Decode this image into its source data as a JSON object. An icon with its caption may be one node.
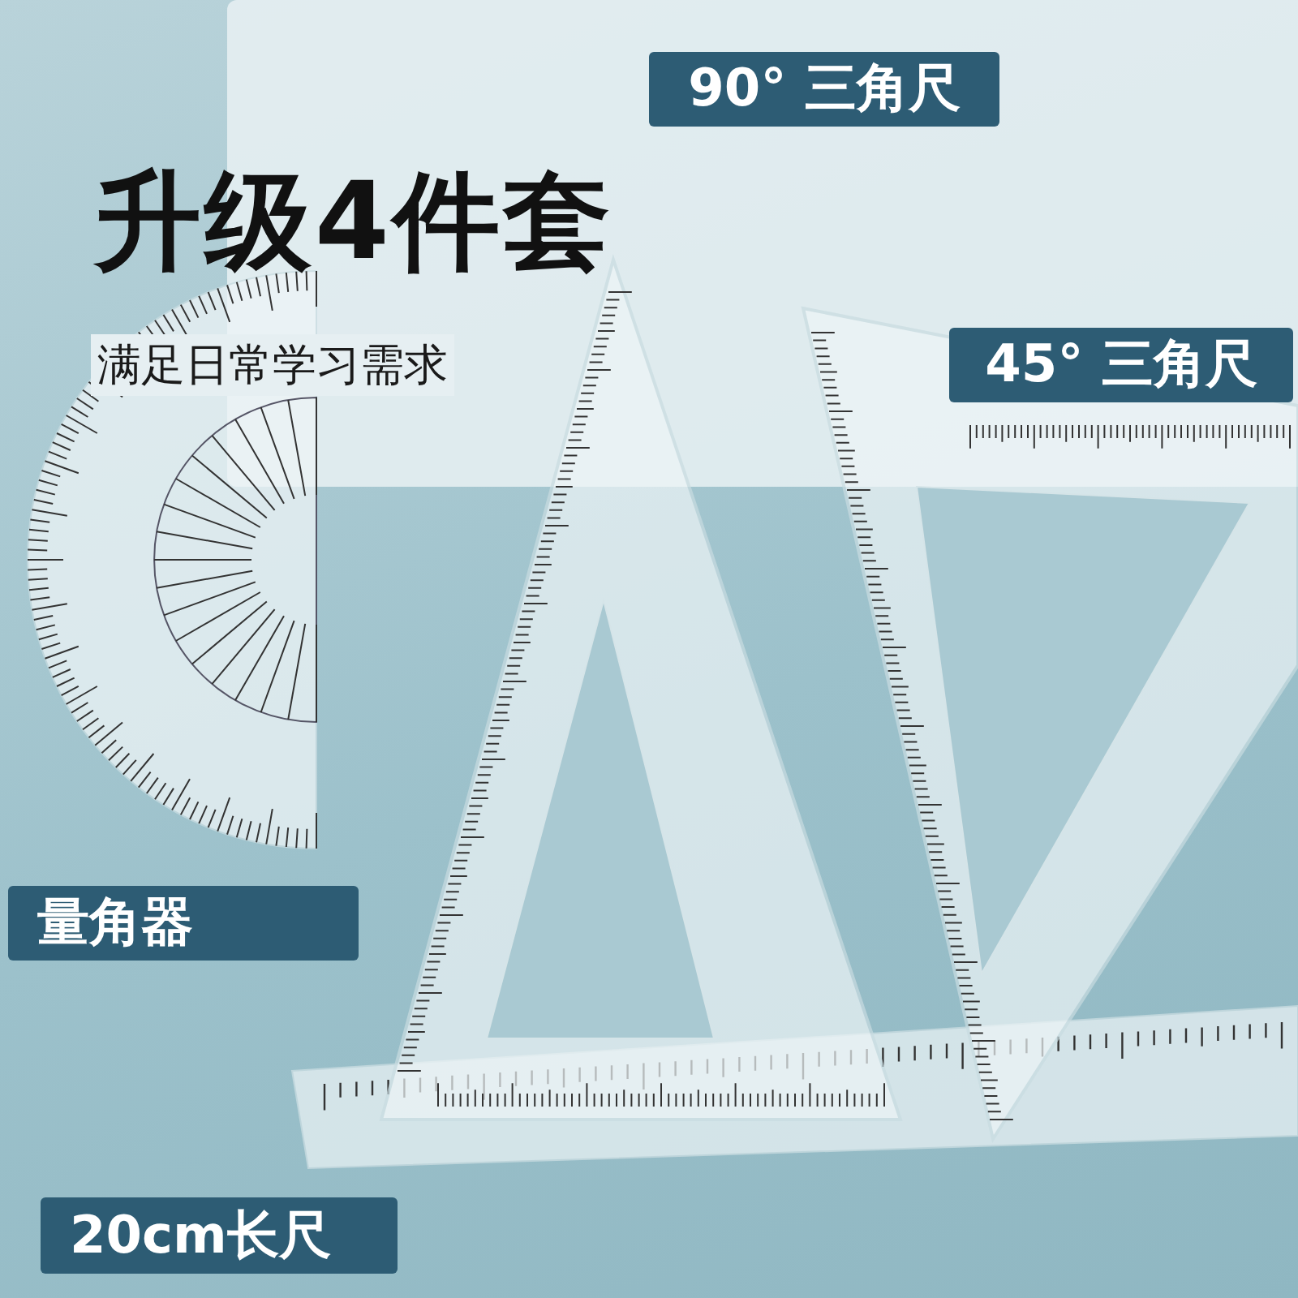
{
  "diagram": {
    "title": "升级4件套",
    "nodes": [
      {
        "text": [
          "90° 三角尺"
        ]
      },
      {
        "text": [
          "45° 三角尺"
        ]
      },
      {
        "text": [
          "量角器"
        ]
      },
      {
        "text": [
          "20cm长尺"
        ]
      }
    ],
    "labels": [
      "满足日常学习需求"
    ]
  }
}
